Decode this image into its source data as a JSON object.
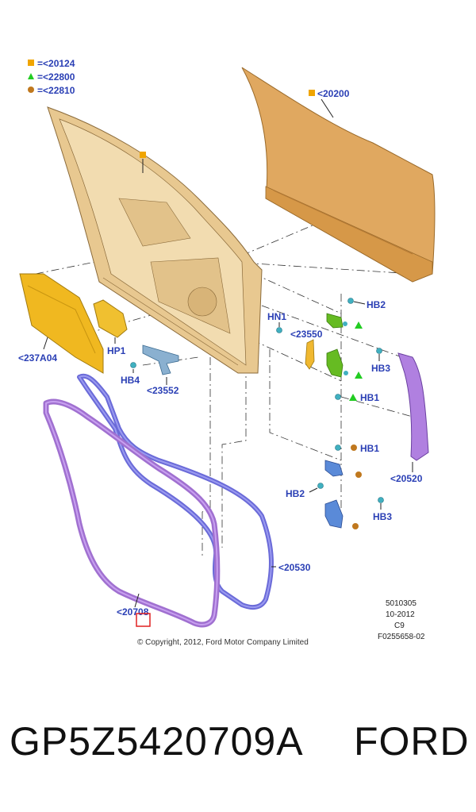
{
  "legend": [
    {
      "symbol": "square",
      "color": "#f0a500",
      "text": "=<20124"
    },
    {
      "symbol": "triangle",
      "color": "#22cc22",
      "text": "=<22800"
    },
    {
      "symbol": "circle",
      "color": "#c0781e",
      "text": "=<22810"
    }
  ],
  "labels": {
    "outer_panel": "<20200",
    "trim_pad": "<237A04",
    "hp1": "HP1",
    "hb4": "HB4",
    "hinge_lower": "<23552",
    "hn1": "HN1",
    "check_strap": "<23550",
    "hb2_top": "HB2",
    "hb3_top": "HB3",
    "hb1_top": "HB1",
    "hb1_bottom": "HB1",
    "hb2_bottom": "HB2",
    "hb3_bottom": "HB3",
    "rear_seal": "<20520",
    "door_seal": "<20530",
    "outer_seal": "<20708"
  },
  "meta": {
    "line1": "5010305",
    "line2": "10-2012",
    "line3": "C9",
    "line4": "F0255658-02"
  },
  "copyright": "© Copyright, 2012, Ford Motor Company Limited",
  "caption": {
    "part_number": "GP5Z5420709A",
    "brand": "FORD"
  },
  "colors": {
    "label_blue": "#2a3fb5",
    "panel_orange": "#e0a860",
    "frame_tan": "#e8c890",
    "pad_yellow": "#f0b820",
    "seal_purple": "#a070d0",
    "seal_blue": "#6a6ad8",
    "hinge_green": "#66bb22",
    "hinge_blue": "#5a8ad8",
    "highlight_red": "#e02020"
  }
}
